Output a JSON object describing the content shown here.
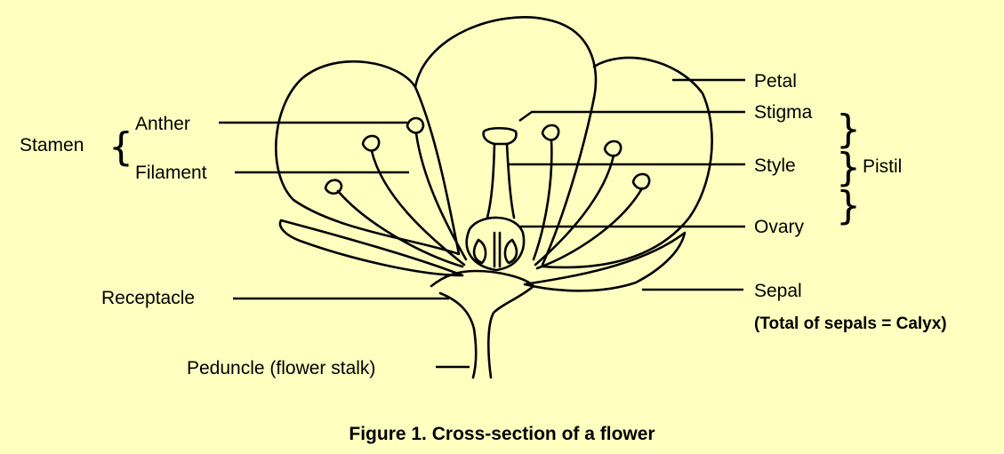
{
  "labels": {
    "stamen": "Stamen",
    "anther": "Anther",
    "filament": "Filament",
    "receptacle": "Receptacle",
    "peduncle": "Peduncle (flower stalk)",
    "petal": "Petal",
    "stigma": "Stigma",
    "style": "Style",
    "pistil": "Pistil",
    "ovary": "Ovary",
    "sepal": "Sepal",
    "sepal_note": "(Total of sepals = Calyx)"
  },
  "braces": {
    "left": "{",
    "right": "}"
  },
  "caption": "Figure 1. Cross-section of a flower",
  "colors": {
    "background": "#ffffc0",
    "ink": "#000000"
  }
}
